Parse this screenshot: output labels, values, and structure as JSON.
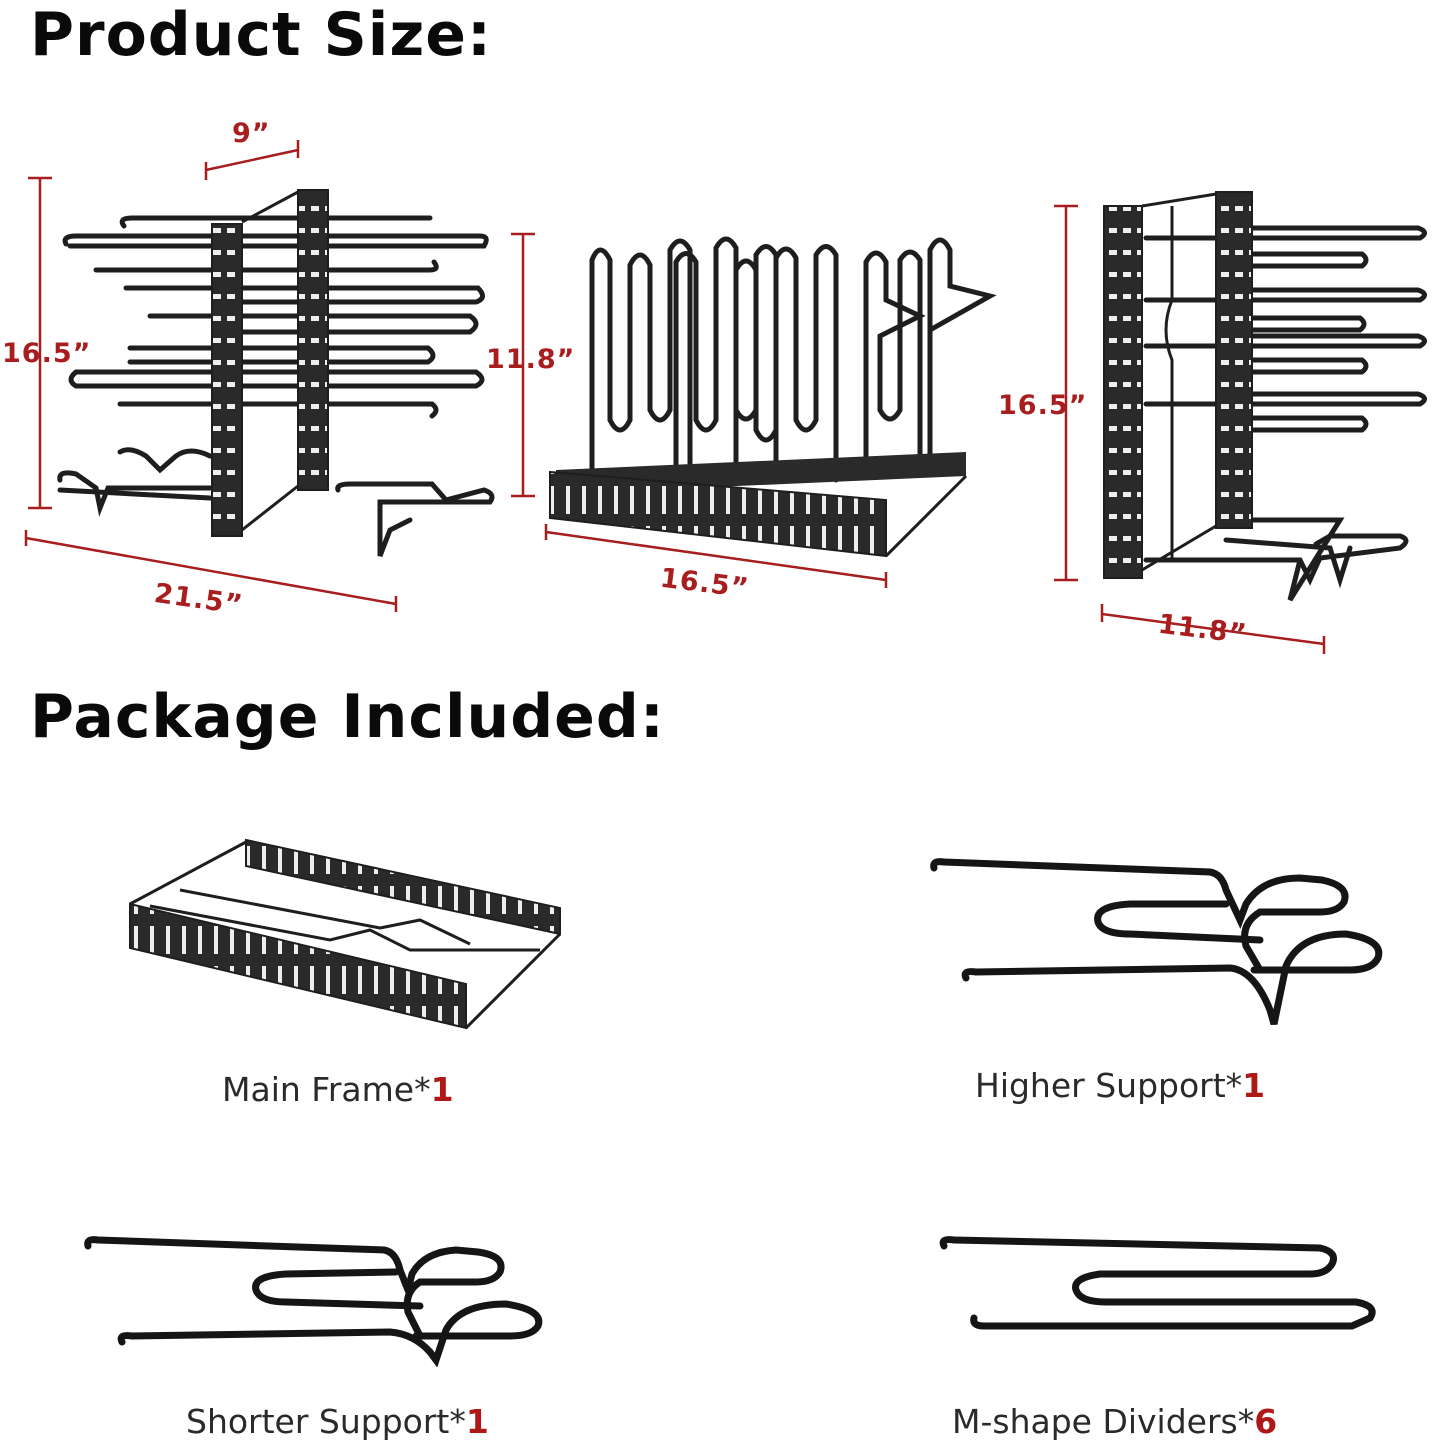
{
  "headings": {
    "product_size": "Product Size:",
    "package_included": "Package Included:"
  },
  "dimensions": {
    "view1_depth": "9”",
    "view1_height": "16.5”",
    "view1_width": "21.5”",
    "view2_height": "11.8”",
    "view2_width": "16.5”",
    "view3_height": "16.5”",
    "view3_width": "11.8”"
  },
  "package_items": [
    {
      "name": "Main Frame*",
      "qty": "1"
    },
    {
      "name": "Higher Support*",
      "qty": "1"
    },
    {
      "name": "Shorter Support*",
      "qty": "1"
    },
    {
      "name": "M-shape Dividers*",
      "qty": "6"
    }
  ],
  "colors": {
    "dimension_red": "#a81d1d",
    "quantity_red": "#b01818",
    "metal": "#1e1e1e"
  }
}
